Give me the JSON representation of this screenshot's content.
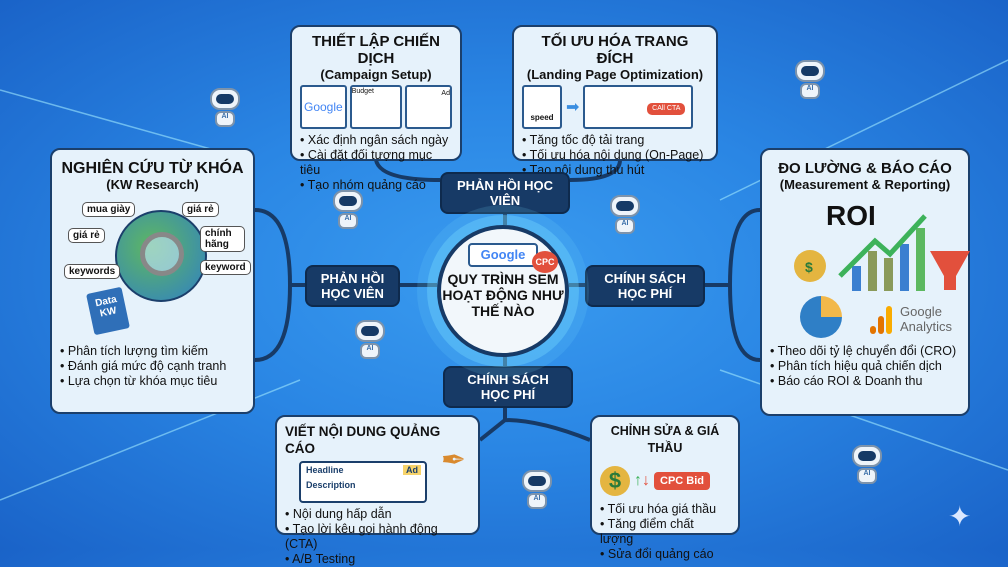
{
  "center": {
    "title": "QUY TRÌNH SEM HOẠT ĐỘNG NHƯ THẾ NÀO",
    "google": "Google",
    "cpc": "CPC"
  },
  "labels": {
    "top": "PHẢN HỒI HỌC VIÊN",
    "left": "PHẢN HỒI HỌC VIÊN",
    "right": "CHÍNH SÁCH HỌC PHÍ",
    "bottom": "CHÍNH SÁCH HỌC PHÍ"
  },
  "campaign": {
    "title": "THIẾT LẬP CHIẾN DỊCH",
    "subtitle": "(Campaign Setup)",
    "google": "Google",
    "budget": "Budget",
    "ad": "Ad",
    "items": [
      "Xác định ngân sách ngày",
      "Cài đặt đối tượng mục tiêu",
      "Tạo nhóm quảng cáo"
    ]
  },
  "landing": {
    "title": "TỐI ƯU HÓA TRANG ĐÍCH",
    "subtitle": "(Landing Page Optimization)",
    "speed": "speed",
    "cta": "CAll CTA",
    "items": [
      "Tăng tốc độ tải trang",
      "Tối ưu hóa nội dung (On-Page)",
      "Tạo nội dung thu hút"
    ]
  },
  "kw": {
    "title": "NGHIÊN CỨU TỪ KHÓA",
    "subtitle": "(KW Research)",
    "tags": [
      "mua giày",
      "giá rẻ",
      "giá rẻ",
      "chính hãng",
      "keywords",
      "keyword"
    ],
    "book": "Data KW",
    "items": [
      "Phân tích lượng tìm kiếm",
      "Đánh giá mức độ cạnh tranh",
      "Lựa chọn từ khóa mục tiêu"
    ]
  },
  "measure": {
    "title": "ĐO LƯỜNG & BÁO CÁO",
    "subtitle": "(Measurement & Reporting)",
    "roi": "ROI",
    "ga": "Google Analytics",
    "items": [
      "Theo dõi tỷ lệ chuyển đổi (CRO)",
      "Phân tích hiệu quả chiến dịch",
      "Báo cáo ROI & Doanh thu"
    ]
  },
  "adcopy": {
    "title": "VIẾT NỘI DUNG QUẢNG CÁO",
    "headline": "Headline",
    "ad": "Ad",
    "description": "Description",
    "items": [
      "Nội dung hấp dẫn",
      "Tạo lời kêu gọi hành động (CTA)",
      "A/B Testing"
    ]
  },
  "bidding": {
    "title": "CHỈNH SỬA & GIÁ THẦU",
    "cpc_bid": "CPC Bid",
    "items": [
      "Tối ưu hóa giá thầu",
      "Tăng điểm chất lượng",
      "Sửa đổi quảng cáo"
    ]
  },
  "robot_badge": "AI",
  "colors": {
    "navy": "#173a66",
    "bg": "#2a86e4",
    "box": "#e6f2fb",
    "accent": "#e2503c"
  }
}
